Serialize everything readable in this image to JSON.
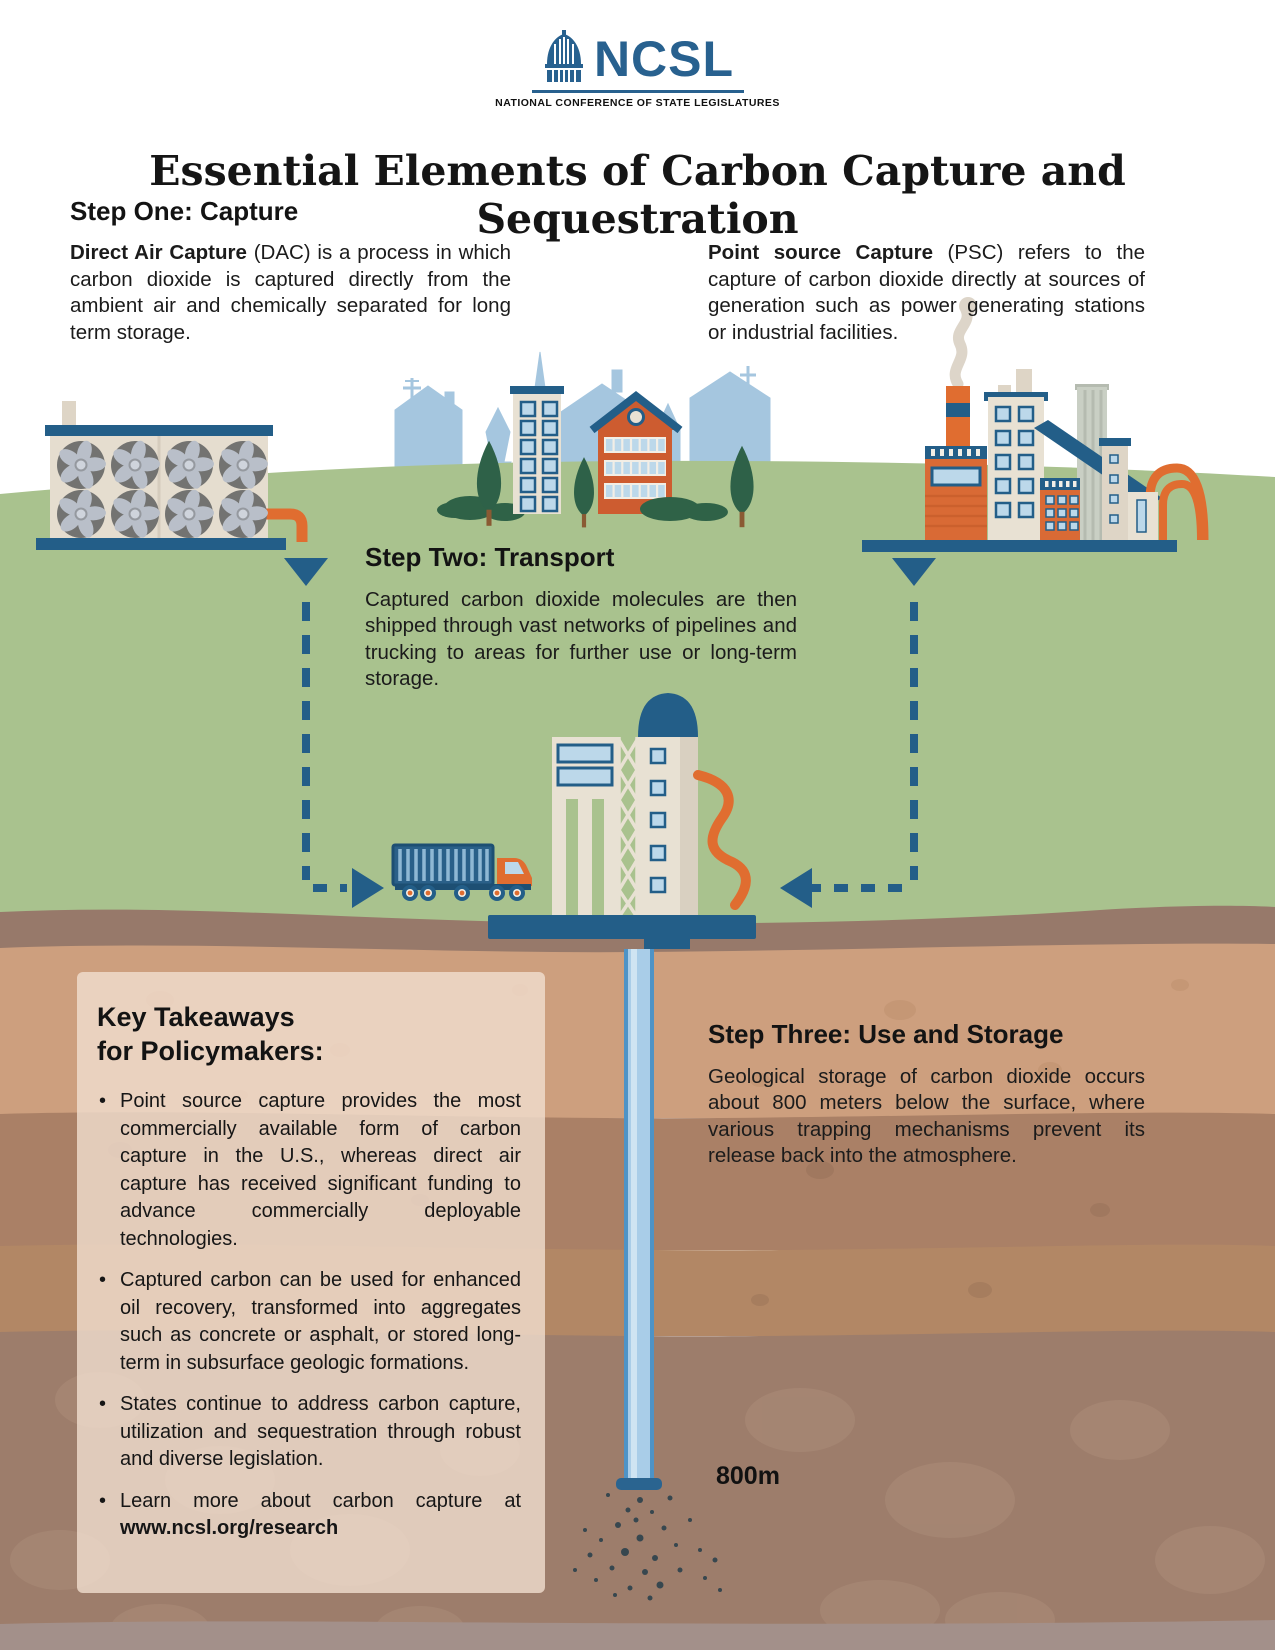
{
  "header": {
    "logo": {
      "acronym": "NCSL",
      "subtitle": "NATIONAL CONFERENCE OF STATE LEGISLATURES",
      "brand_color": "#28618f"
    },
    "title": "Essential Elements of Carbon Capture and Sequestration"
  },
  "steps": {
    "one": {
      "heading": "Step One: Capture",
      "dac": {
        "lead": "Direct Air Capture",
        "rest": " (DAC) is a process in which carbon dioxide is captured directly from the ambient air and chemically separated for long term storage."
      },
      "psc": {
        "lead": "Point source Capture",
        "rest": " (PSC) refers to the capture of carbon dioxide directly at sources of generation such as power generating stations or industrial facilities."
      }
    },
    "two": {
      "heading": "Step Two: Transport",
      "body": "Captured carbon dioxide molecules are then shipped through vast networks of pipelines and trucking to areas for further use or long-term storage."
    },
    "three": {
      "heading": "Step Three: Use and Storage",
      "body": "Geological storage of carbon dioxide occurs about 800 meters below the surface, where various trapping mechanisms prevent its release back into the atmosphere."
    }
  },
  "takeaways": {
    "heading_line1": "Key Takeaways",
    "heading_line2": "for Policymakers:",
    "bullets": [
      {
        "text": "Point source capture provides the most commercially available form of carbon capture in the U.S., whereas direct air capture has received significant funding to advance commercially deployable technologies."
      },
      {
        "text": "Captured carbon can be used for enhanced oil recovery, transformed into aggregates such as concrete or asphalt, or stored long-term in subsurface geologic formations."
      },
      {
        "text": "States continue to address carbon capture, utilization and sequestration through robust and diverse legislation."
      },
      {
        "text": "Learn more about carbon capture at ",
        "bold": "www.ncsl.org/research"
      }
    ]
  },
  "scene": {
    "depth_label": "800m",
    "colors": {
      "accent_blue": "#235e88",
      "brand_blue": "#28618f",
      "orange": "#e06d30",
      "field_green": "#a9c28e",
      "soil_tan": "#cd9f7e",
      "panel_bg": "#f1ded0",
      "building_beige": "#e8e1d3",
      "window_blue": "#bcd8ea"
    }
  }
}
